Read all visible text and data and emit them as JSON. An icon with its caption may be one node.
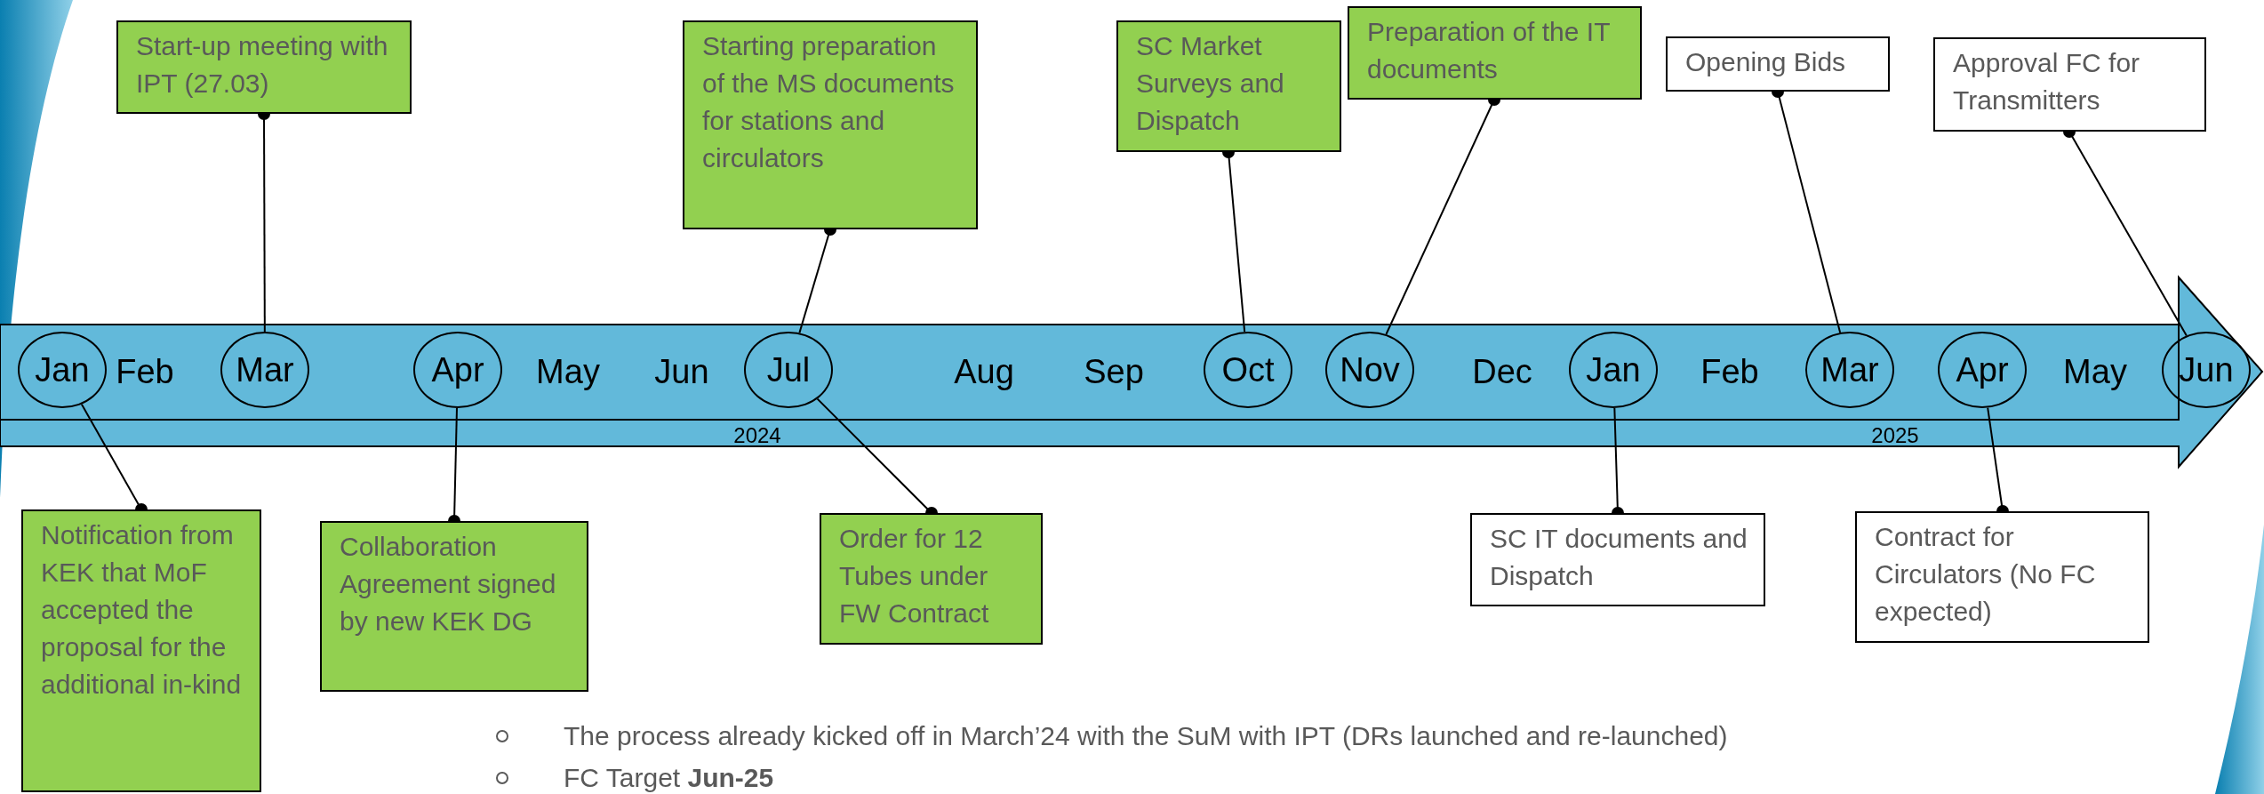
{
  "diagram": {
    "nodes": [
      {
        "text": [
          "Start-up meeting with IPT (27.03)"
        ]
      },
      {
        "text": [
          "Starting preparation of the MS documents for stations and circulators"
        ]
      },
      {
        "text": [
          "SC Market Surveys and Dispatch"
        ]
      },
      {
        "text": [
          "Preparation of the IT documents"
        ]
      },
      {
        "text": [
          "Opening Bids"
        ]
      },
      {
        "text": [
          "Approval FC for Transmitters"
        ]
      },
      {
        "text": [
          "Jan"
        ]
      },
      {
        "text": [
          "Mar"
        ]
      },
      {
        "text": [
          "Apr"
        ]
      },
      {
        "text": [
          "Jul"
        ]
      },
      {
        "text": [
          "Oct"
        ]
      },
      {
        "text": [
          "Nov"
        ]
      },
      {
        "text": [
          "Jan"
        ]
      },
      {
        "text": [
          "Mar"
        ]
      },
      {
        "text": [
          "Apr"
        ]
      },
      {
        "text": [
          "Jun"
        ]
      },
      {
        "text": [
          "Notification from KEK that MoF accepted the proposal for the additional in-kind"
        ]
      },
      {
        "text": [
          "Collaboration Agreement signed by new KEK DG"
        ]
      },
      {
        "text": [
          "Order for 12 Tubes under FW Contract"
        ]
      },
      {
        "text": [
          "SC IT documents and Dispatch"
        ]
      },
      {
        "text": [
          "Contract for Circulators (No FC expected)"
        ]
      }
    ],
    "edges": [
      {
        "from": 7,
        "to": 0,
        "arrow": "other"
      },
      {
        "from": 9,
        "to": 1,
        "arrow": "other"
      },
      {
        "from": 10,
        "to": 2,
        "arrow": "other"
      },
      {
        "from": 11,
        "to": 3,
        "arrow": "other"
      },
      {
        "from": 13,
        "to": 4,
        "arrow": "other"
      },
      {
        "from": 15,
        "to": 5,
        "arrow": "other"
      },
      {
        "from": 6,
        "to": 16,
        "arrow": "other"
      },
      {
        "from": 8,
        "to": 17,
        "arrow": "other"
      },
      {
        "from": 9,
        "to": 18,
        "arrow": "other"
      },
      {
        "from": 12,
        "to": 19,
        "arrow": "other"
      },
      {
        "from": 14,
        "to": 20,
        "arrow": "other"
      }
    ],
    "labels": [
      "Feb",
      "May",
      "Jun",
      "Aug",
      "Sep",
      "Dec",
      "Feb",
      "May",
      "2024",
      "2025",
      "The process already kicked off in March’24 with the SuM with IPT (DRs launched and re-launched)",
      "FC Target **Jun-25**"
    ]
  }
}
